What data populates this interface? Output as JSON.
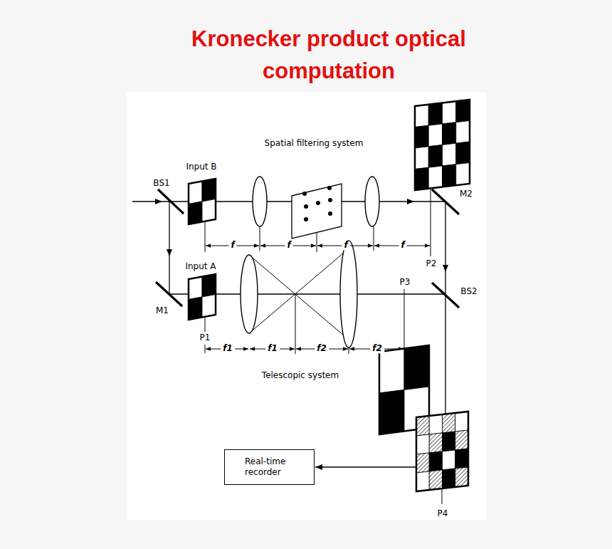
{
  "diagram": {
    "title": "Kronecker product optical computation",
    "nodes": [
      {
        "text": [
          "Real-time recorder"
        ]
      },
      {
        "text": [
          "P4"
        ]
      }
    ],
    "edges": [
      {
        "from": 1,
        "to": 0,
        "arrow": "to"
      }
    ],
    "labels": [
      "Spatial filtering system",
      "Input B",
      "BS1",
      "M2",
      "f",
      "f",
      "f",
      "f",
      "P2",
      "Input A",
      "M1",
      "P3",
      "BS2",
      "P1",
      "f1",
      "f1",
      "f2",
      "f2",
      "Telescopic system"
    ]
  }
}
